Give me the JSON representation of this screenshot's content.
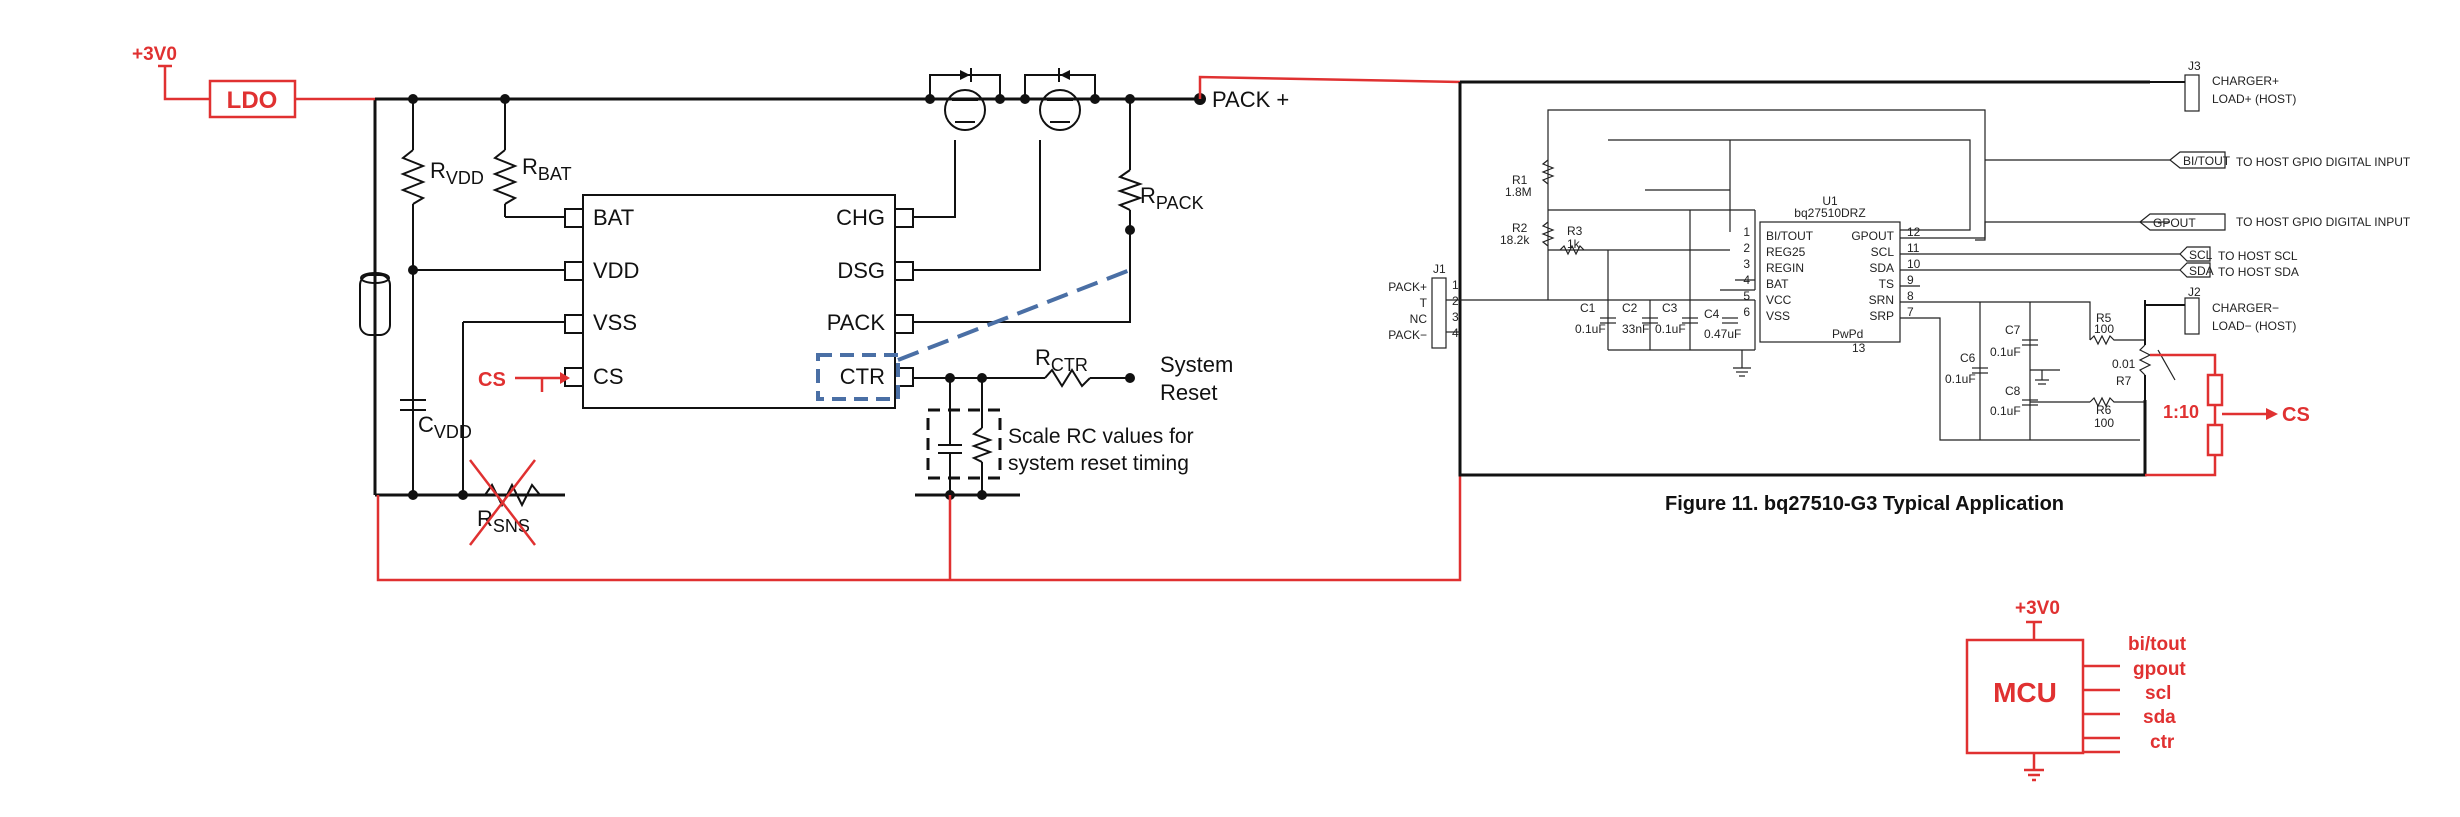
{
  "left": {
    "supply": "+3V0",
    "ldo": "LDO",
    "pack_plus": "PACK +",
    "r_vdd": "R",
    "r_vdd_sub": "VDD",
    "r_bat": "R",
    "r_bat_sub": "BAT",
    "r_pack": "R",
    "r_pack_sub": "PACK",
    "c_vdd": "C",
    "c_vdd_sub": "VDD",
    "r_sns": "R",
    "r_sns_sub": "SNS",
    "r_ctr": "R",
    "r_ctr_sub": "CTR",
    "cs": "CS",
    "pins_left": [
      "BAT",
      "VDD",
      "VSS",
      "CS"
    ],
    "pins_right": [
      "CHG",
      "DSG",
      "PACK",
      "CTR"
    ],
    "system_reset_1": "System",
    "system_reset_2": "Reset",
    "scale_note_1": "Scale RC values for",
    "scale_note_2": "system reset timing"
  },
  "right": {
    "j3": "J3",
    "charger_plus": "CHARGER+",
    "load_plus": "LOAD+ (HOST)",
    "bi_tout_tag": "BI/TOUT",
    "bi_tout_text": "TO HOST GPIO DIGITAL INPUT",
    "gpout_tag": "GPOUT",
    "gpout_text": "TO HOST GPIO DIGITAL INPUT",
    "scl_tag": "SCL",
    "scl_text": "TO HOST SCL",
    "sda_tag": "SDA",
    "sda_text": "TO HOST SDA",
    "j2": "J2",
    "charger_minus": "CHARGER−",
    "load_minus": "LOAD− (HOST)",
    "j1": "J1",
    "j1_pins": [
      "PACK+",
      "T",
      "NC",
      "PACK−"
    ],
    "j1_nums": [
      "1",
      "2",
      "3",
      "4"
    ],
    "r1": "R1",
    "r1_val": "1.8M",
    "r2": "R2",
    "r2_val": "18.2k",
    "r3": "R3",
    "r3_val": "1k",
    "c1": "C1",
    "c1_val": "0.1uF",
    "c2": "C2",
    "c2_val": "33nF",
    "c3": "C3",
    "c3_val": "0.1uF",
    "c4": "C4",
    "c4_val": "0.47uF",
    "c6": "C6",
    "c6_val": "0.1uF",
    "c7": "C7",
    "c7_val": "0.1uF",
    "c8": "C8",
    "c8_val": "0.1uF",
    "r5": "R5",
    "r5_val": "100",
    "r6": "R6",
    "r6_val": "100",
    "r7": "R7",
    "r7_val": "0.01",
    "u1": "U1",
    "u1_part": "bq27510DRZ",
    "u1_left_pins": [
      "BI/TOUT",
      "REG25",
      "REGIN",
      "BAT",
      "VCC",
      "VSS"
    ],
    "u1_left_nums": [
      "1",
      "2",
      "3",
      "4",
      "5",
      "6"
    ],
    "u1_right_pins": [
      "GPOUT",
      "SCL",
      "SDA",
      "TS",
      "SRN",
      "SRP"
    ],
    "u1_right_nums": [
      "12",
      "11",
      "10",
      "9",
      "8",
      "7"
    ],
    "u1_pad": "PwPd",
    "u1_pad_num": "13",
    "ratio": "1:10",
    "cs_out": "CS",
    "caption": "Figure 11.  bq27510-G3 Typical Application"
  },
  "mcu": {
    "supply": "+3V0",
    "label": "MCU",
    "pins": [
      "bi/tout",
      "gpout",
      "scl",
      "sda",
      "ctr"
    ]
  },
  "colors": {
    "annotation": "#e03131",
    "highlight": "#4a6fa5",
    "ink": "#111111"
  }
}
